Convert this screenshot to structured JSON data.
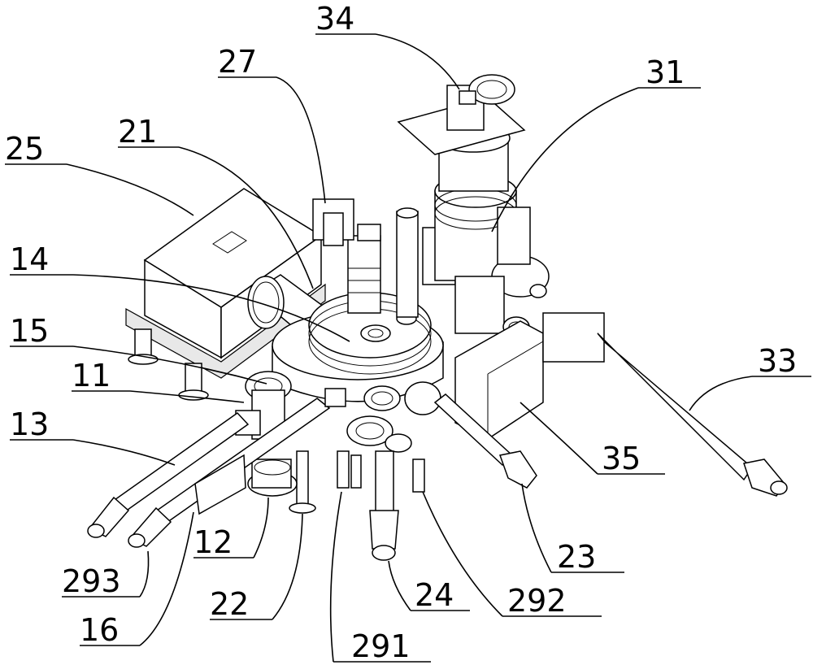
{
  "diagram": {
    "labels": [
      {
        "id": "34",
        "text": "34"
      },
      {
        "id": "27",
        "text": "27"
      },
      {
        "id": "31",
        "text": "31"
      },
      {
        "id": "21",
        "text": "21"
      },
      {
        "id": "25",
        "text": "25"
      },
      {
        "id": "14",
        "text": "14"
      },
      {
        "id": "15",
        "text": "15"
      },
      {
        "id": "11",
        "text": "11"
      },
      {
        "id": "33",
        "text": "33"
      },
      {
        "id": "13",
        "text": "13"
      },
      {
        "id": "35",
        "text": "35"
      },
      {
        "id": "12",
        "text": "12"
      },
      {
        "id": "293",
        "text": "293"
      },
      {
        "id": "23",
        "text": "23"
      },
      {
        "id": "22",
        "text": "22"
      },
      {
        "id": "24",
        "text": "24"
      },
      {
        "id": "292",
        "text": "292"
      },
      {
        "id": "16",
        "text": "16"
      },
      {
        "id": "291",
        "text": "291"
      }
    ]
  }
}
